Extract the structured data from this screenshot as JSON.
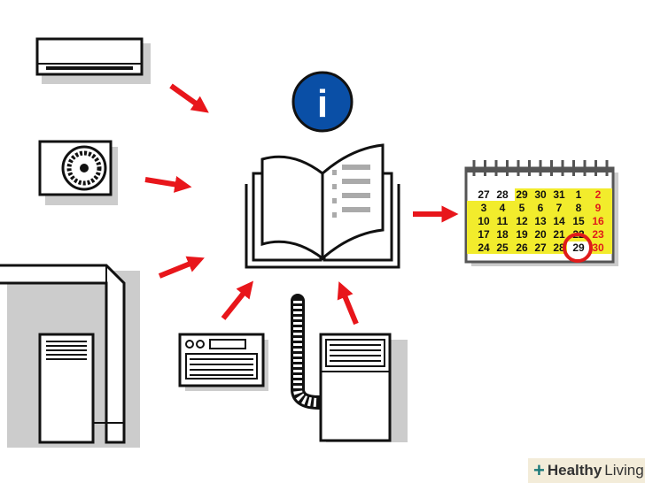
{
  "info_badge": {
    "label": "i",
    "color": "#0a4fa6"
  },
  "arrow_color": "#e8161b",
  "calendar": {
    "rows": [
      [
        "27",
        "28",
        "29",
        "30",
        "31",
        "1",
        "2"
      ],
      [
        "3",
        "4",
        "5",
        "6",
        "7",
        "8",
        "9"
      ],
      [
        "10",
        "11",
        "12",
        "13",
        "14",
        "15",
        "16"
      ],
      [
        "17",
        "18",
        "19",
        "20",
        "21",
        "22",
        "23"
      ],
      [
        "24",
        "25",
        "26",
        "27",
        "28",
        "29",
        "30"
      ]
    ],
    "highlight_color": "#f2ec2c",
    "weekend_color": "#e01b1b",
    "circled_date": "29"
  },
  "logo": {
    "bold": "Healthy",
    "regular": "Living"
  }
}
